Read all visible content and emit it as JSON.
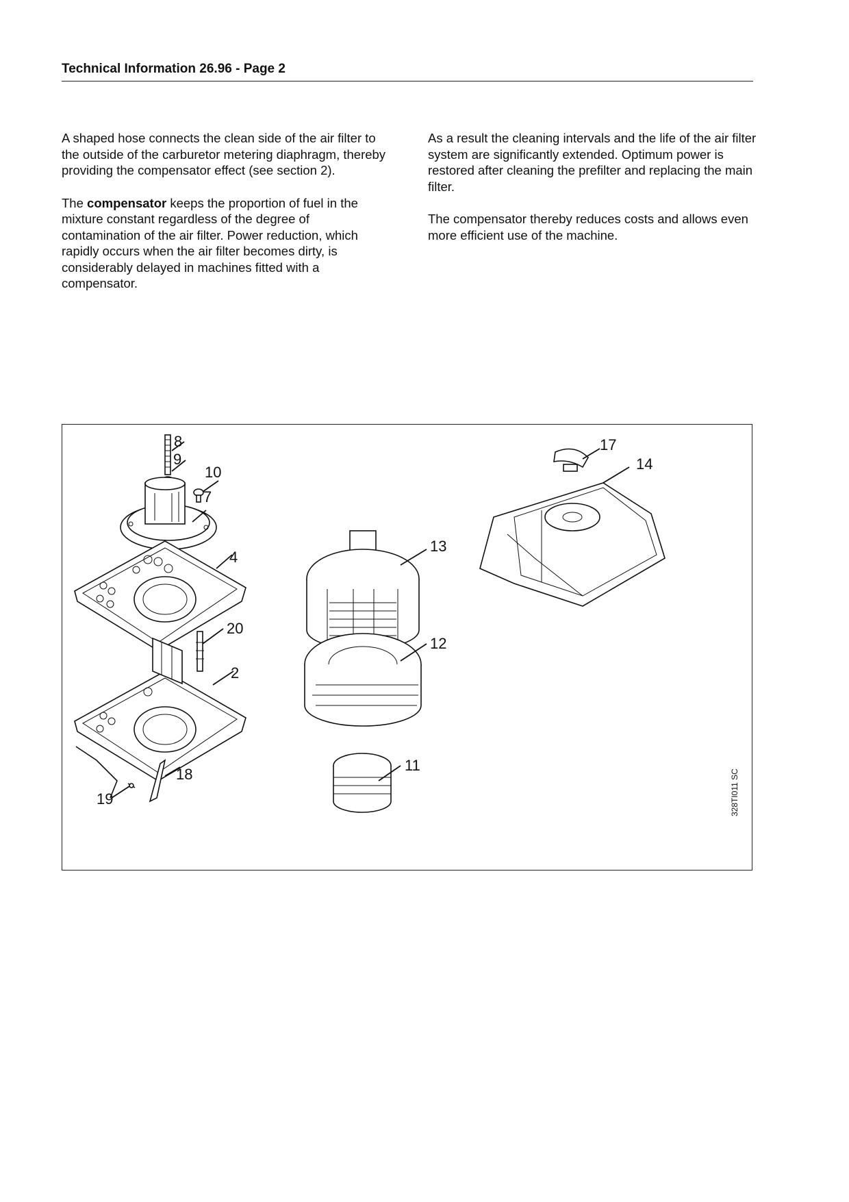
{
  "header": {
    "title": "Technical Information 26.96 - Page 2"
  },
  "left_column": {
    "p1": "A shaped hose connects the clean side of the air filter to the outside of the carburetor metering diaphragm, thereby providing the compensator effect (see section 2).",
    "p2_prefix": "The ",
    "p2_bold": "compensator",
    "p2_rest": " keeps the proportion of fuel in the mixture constant regardless of the degree of contamination of the air filter. Power reduction, which rapidly occurs when the air filter becomes dirty, is considerably delayed in machines fitted with a compensator."
  },
  "right_column": {
    "p1": "As a result the cleaning intervals and the life of the air filter system are significantly extended. Optimum power is restored after cleaning the prefilter and replacing the main filter.",
    "p2": "The compensator thereby reduces costs and allows even more efficient use of the machine."
  },
  "figure": {
    "callouts": {
      "c8": "8",
      "c9": "9",
      "c10": "10",
      "c7": "7",
      "c4": "4",
      "c20": "20",
      "c2": "2",
      "c18": "18",
      "c19": "19",
      "c13": "13",
      "c12": "12",
      "c11": "11",
      "c17": "17",
      "c14": "14"
    },
    "code": "328TI011 SC"
  }
}
